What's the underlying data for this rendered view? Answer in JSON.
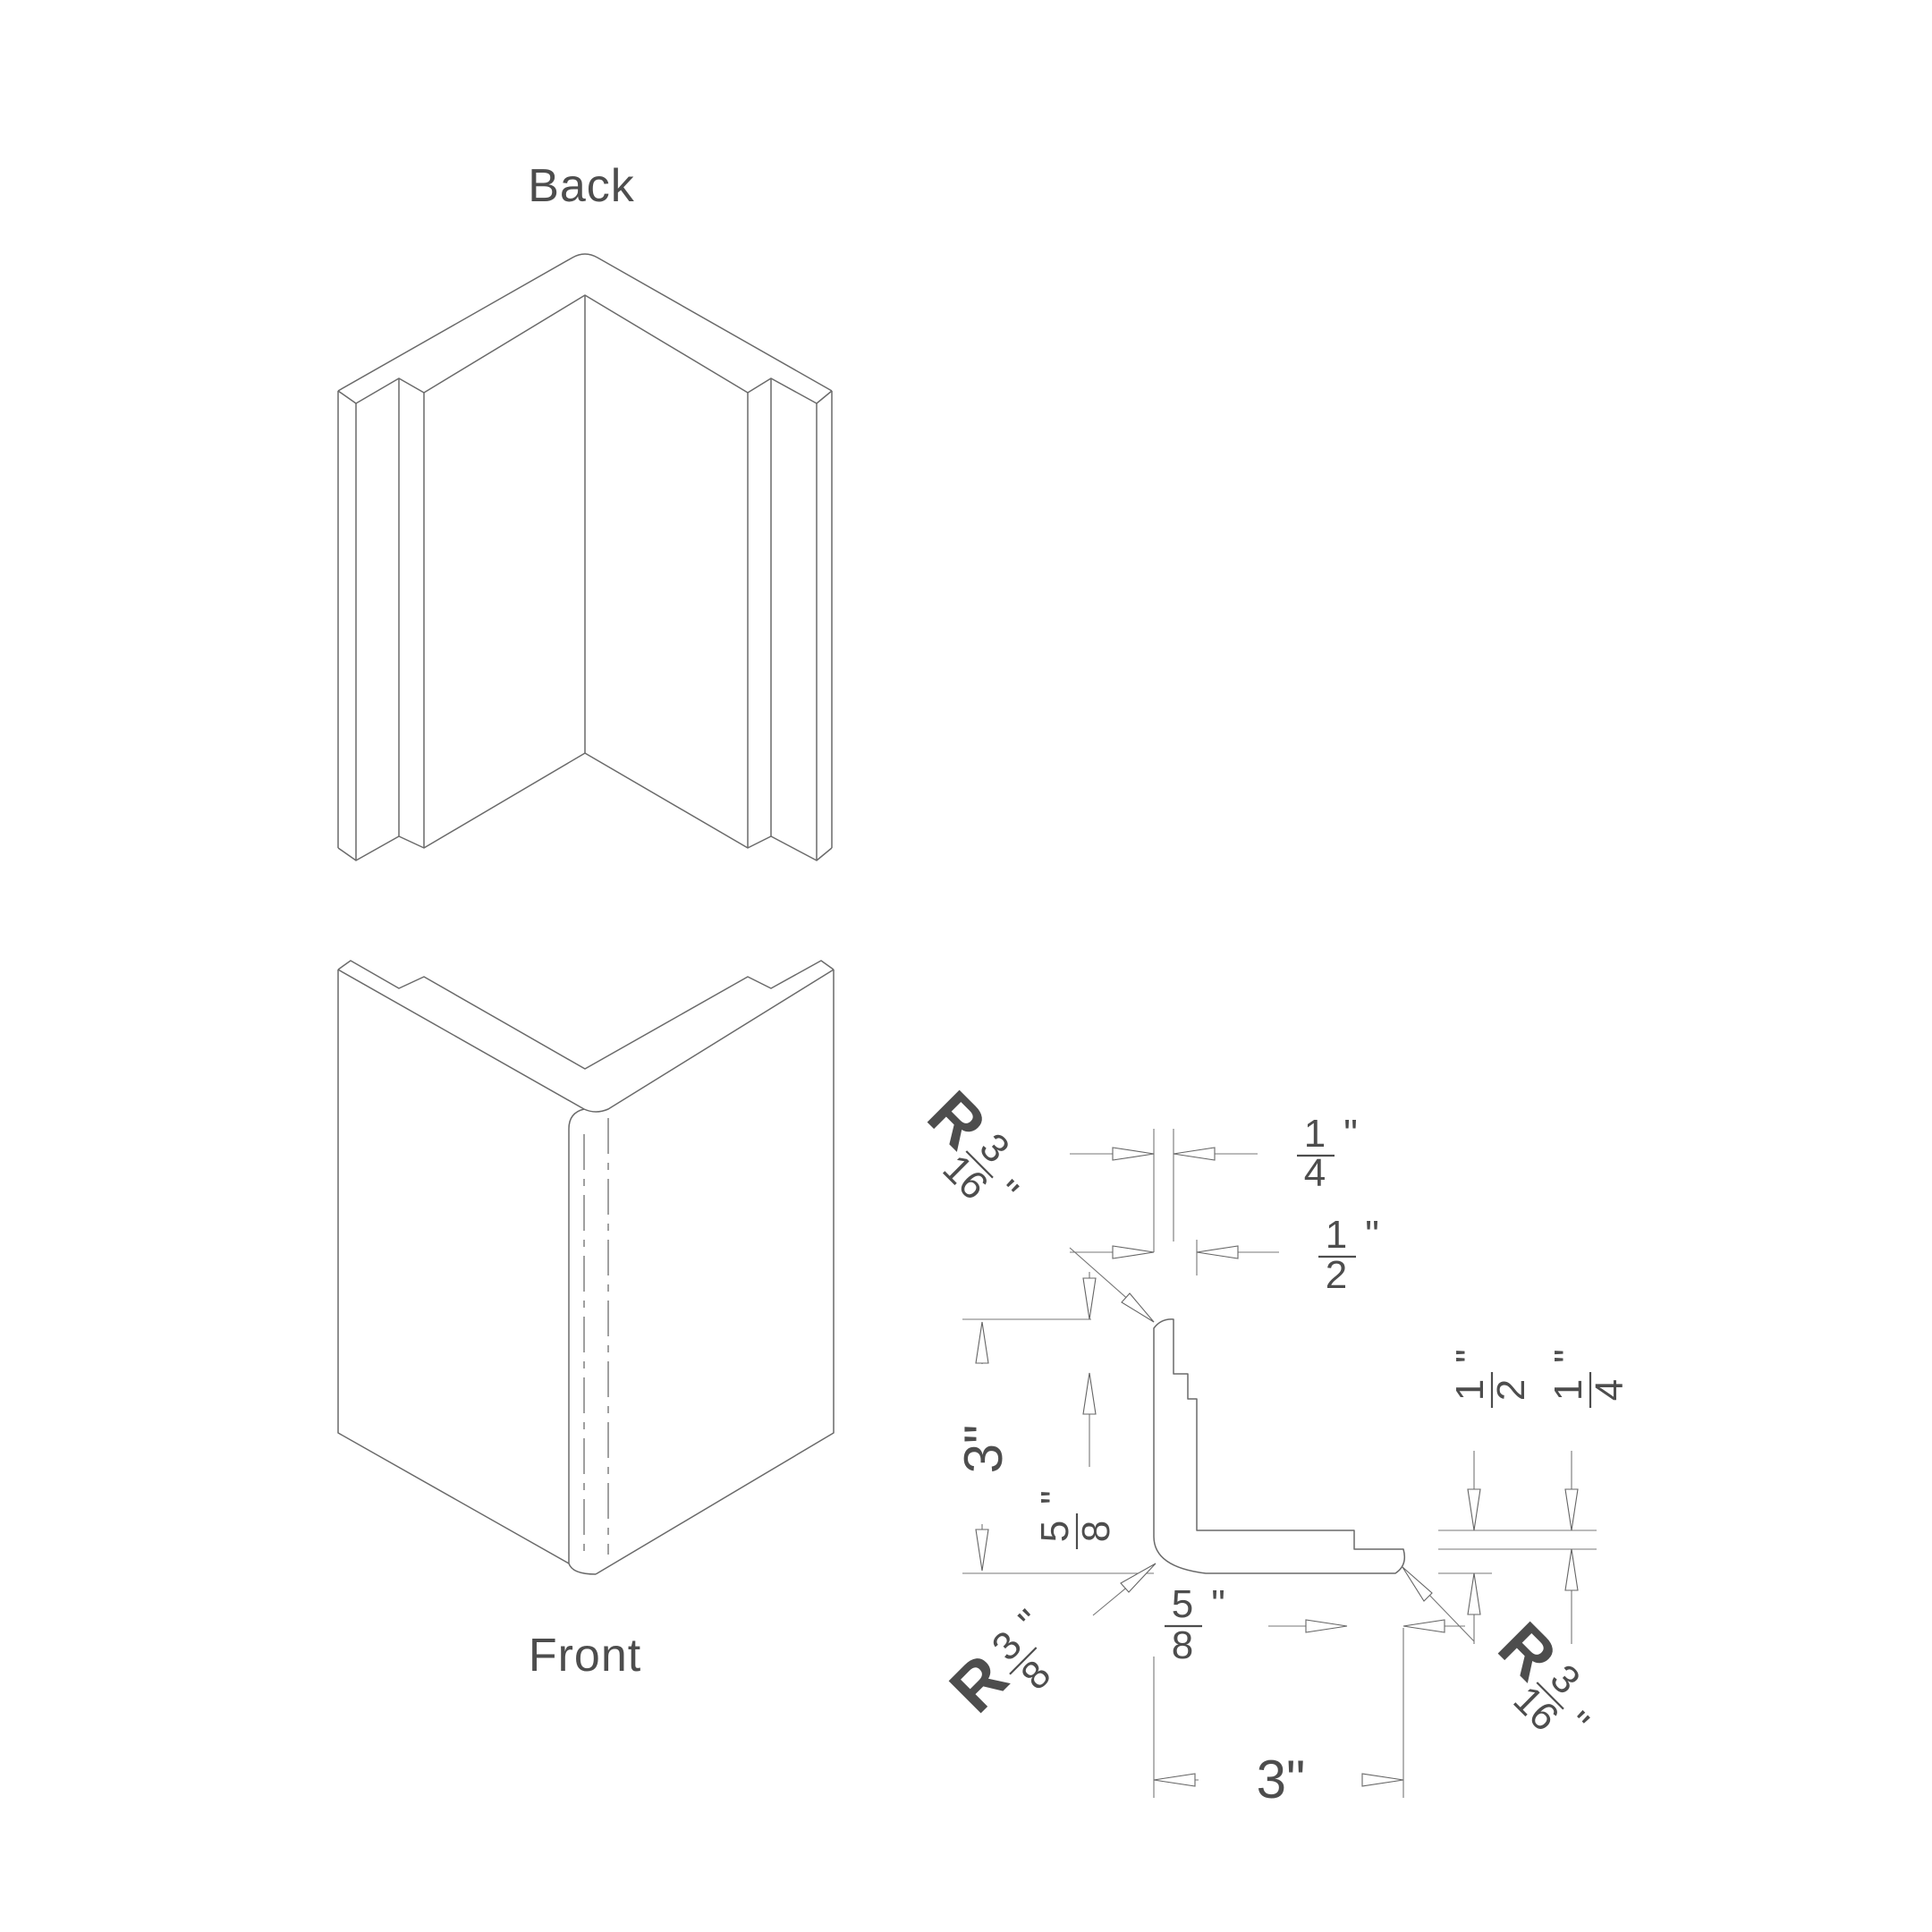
{
  "views": {
    "back_label": "Back",
    "front_label": "Front"
  },
  "dimensions": {
    "leg_vertical": "3\"",
    "leg_horizontal": "3\"",
    "thickness_quarter": {
      "num": "1",
      "den": "4",
      "unit": "\""
    },
    "thickness_half": {
      "num": "1",
      "den": "2",
      "unit": "\""
    },
    "body_five_eighths_left": {
      "num": "5",
      "den": "8",
      "unit": "\""
    },
    "body_five_eighths_bottom": {
      "num": "5",
      "den": "8",
      "unit": "\""
    },
    "right_half": {
      "num": "1",
      "den": "2",
      "unit": "\""
    },
    "right_quarter": {
      "num": "1",
      "den": "4",
      "unit": "\""
    },
    "radius_top": {
      "prefix": "R",
      "num": "3",
      "den": "16",
      "unit": "\""
    },
    "radius_corner": {
      "prefix": "R",
      "num": "3",
      "den": "8",
      "unit": "\""
    },
    "radius_end": {
      "prefix": "R",
      "num": "3",
      "den": "16",
      "unit": "\""
    }
  }
}
